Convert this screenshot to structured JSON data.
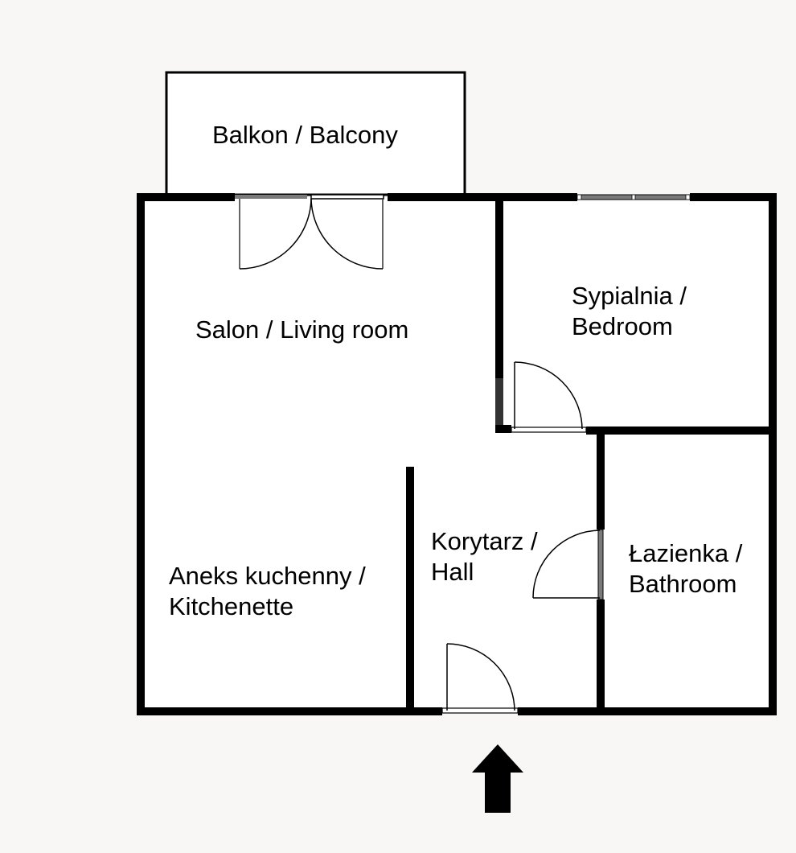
{
  "colors": {
    "background": "#f8f7f6",
    "floor": "#ffffff",
    "wall": "#000000",
    "glass": "#7a7a7a"
  },
  "rooms": {
    "balcony": {
      "line1": "Balkon / Balcony"
    },
    "living_room": {
      "line1": "Salon / Living room"
    },
    "bedroom": {
      "line1": "Sypialnia /",
      "line2": "Bedroom"
    },
    "hall": {
      "line1": "Korytarz /",
      "line2": "Hall"
    },
    "kitchenette": {
      "line1": "Aneks kuchenny /",
      "line2": "Kitchenette"
    },
    "bathroom": {
      "line1": "Łazienka /",
      "line2": "Bathroom"
    }
  },
  "entrance_marker": {
    "icon": "arrow-up-icon",
    "meaning": "entrance"
  }
}
